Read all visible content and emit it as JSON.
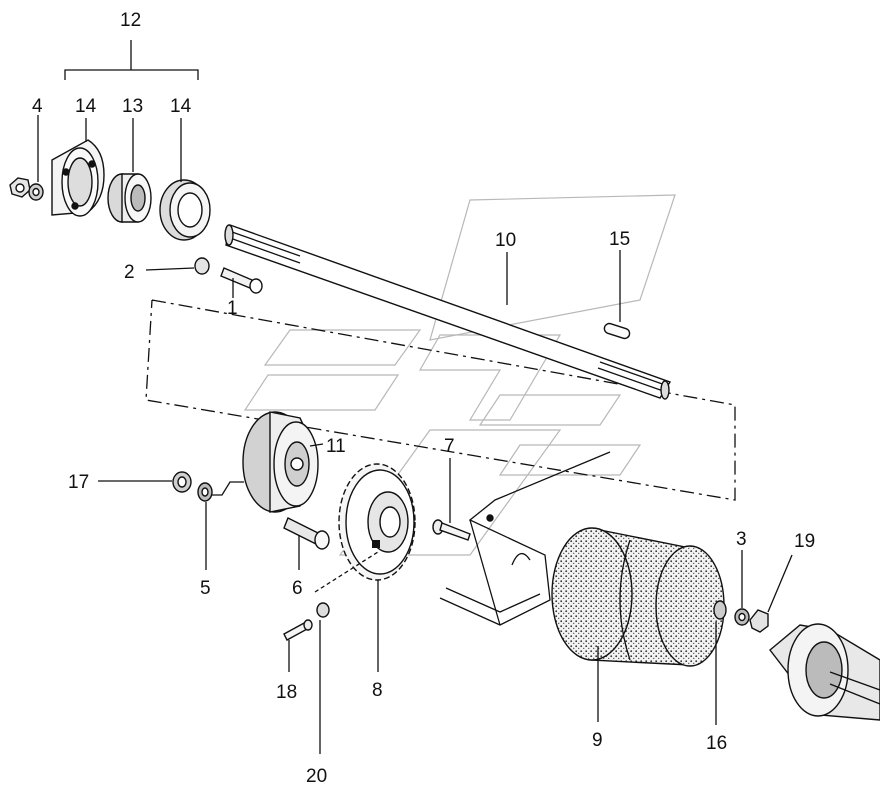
{
  "labels": {
    "p1": "1",
    "p2": "2",
    "p3": "3",
    "p4": "4",
    "p5": "5",
    "p6": "6",
    "p7": "7",
    "p8": "8",
    "p9": "9",
    "p10": "10",
    "p11": "11",
    "p12": "12",
    "p13": "13",
    "p14a": "14",
    "p14b": "14",
    "p15": "15",
    "p16": "16",
    "p17": "17",
    "p18": "18",
    "p19": "19",
    "p20": "20"
  }
}
